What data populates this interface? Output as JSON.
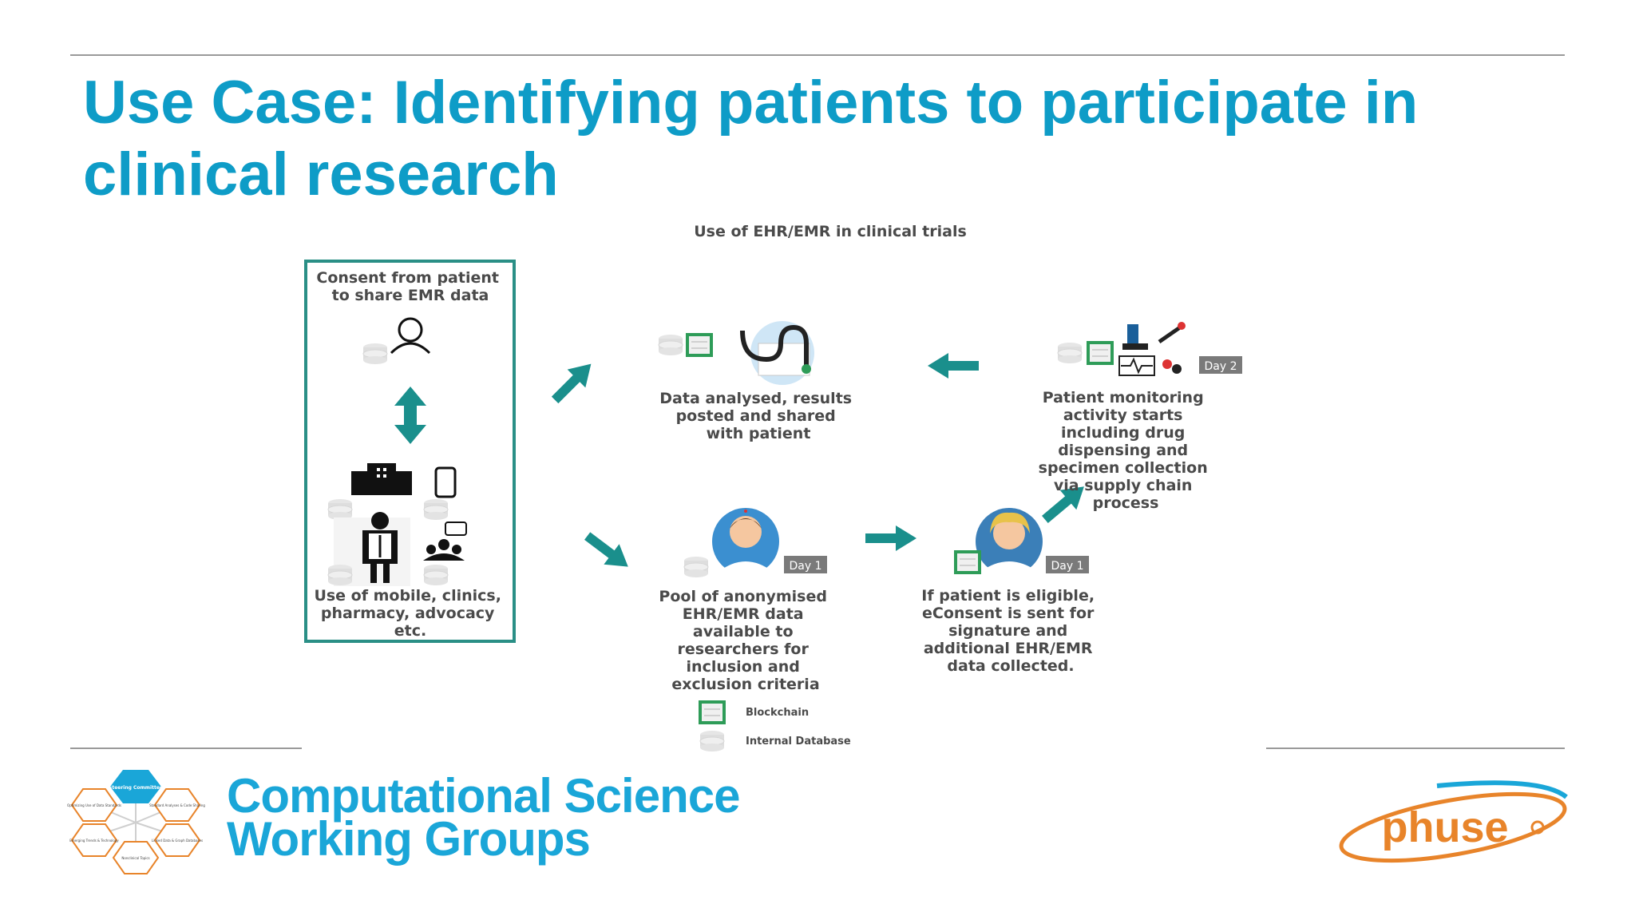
{
  "slide": {
    "title_line1": "Use Case: Identifying patients to participate in",
    "title_line2": "clinical research"
  },
  "diagram": {
    "heading": "Use of EHR/EMR in clinical trials",
    "consent_box": {
      "top_line1": "Consent from patient",
      "top_line2": "to share EMR data",
      "bottom_line1": "Use of mobile, clinics,",
      "bottom_line2": "pharmacy, advocacy",
      "bottom_line3": "etc."
    },
    "analysed": {
      "line1": "Data analysed, results",
      "line2": "posted and shared",
      "line3": "with patient"
    },
    "monitoring": {
      "badge": "Day 2",
      "line1": "Patient monitoring",
      "line2": "activity starts",
      "line3": "including drug",
      "line4": "dispensing and",
      "line5": "specimen collection",
      "line6": "via supply chain",
      "line7": "process"
    },
    "pool": {
      "badge": "Day 1",
      "line1": "Pool of anonymised",
      "line2": "EHR/EMR data",
      "line3": "available to",
      "line4": "researchers for",
      "line5": "inclusion and",
      "line6": "exclusion criteria"
    },
    "eligible": {
      "badge": "Day 1",
      "line1": "If patient is eligible,",
      "line2": "eConsent is sent for",
      "line3": "signature and",
      "line4": "additional EHR/EMR",
      "line5": "data collected."
    },
    "legend": {
      "blockchain": "Blockchain",
      "internal_db": "Internal Database"
    }
  },
  "footer": {
    "brand_line1": "Computational Science",
    "brand_line2": "Working Groups",
    "hex_center": "Steering Committee",
    "hex_items": [
      "Optimizing Use of Data Standards",
      "Standard Analyses & Code Sharing",
      "Linked Data & Graph Databases",
      "Nonclinical Topics",
      "Emerging Trends & Technology"
    ],
    "phuse_logo": "phuse"
  },
  "colors": {
    "title": "#0e9cc7",
    "teal_arrow": "#1a8f8c",
    "box_border": "#2a8f86",
    "blockchain_green": "#2e9c58",
    "phuse_orange": "#e8842a",
    "phuse_blue": "#1aa6d8"
  }
}
